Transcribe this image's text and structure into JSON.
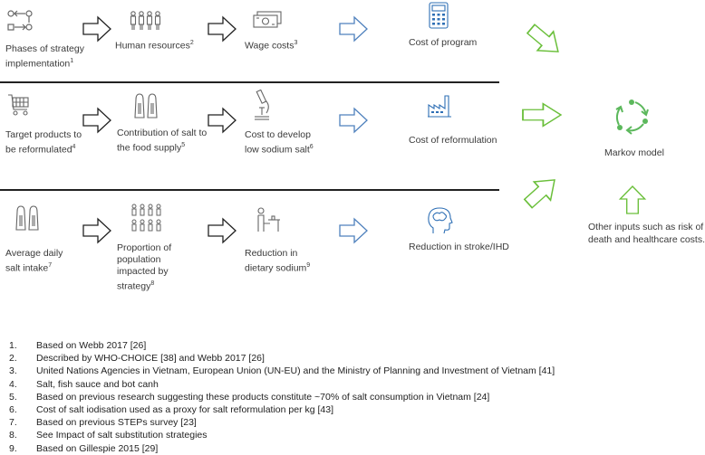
{
  "rows": [
    {
      "nodes": [
        {
          "label": "Phases of strategy implementation",
          "sup": "1",
          "icon": "flowchart-icon"
        },
        {
          "label": "Human resources",
          "sup": "2",
          "icon": "people-group-icon"
        },
        {
          "label": "Wage costs",
          "sup": "3",
          "icon": "money-icon"
        }
      ],
      "outcome": {
        "label": "Cost of program",
        "icon": "calculator-icon"
      }
    },
    {
      "nodes": [
        {
          "label": "Target products to be reformulated",
          "sup": "4",
          "icon": "shopping-cart-icon"
        },
        {
          "label": "Contribution of salt to the food supply",
          "sup": "5",
          "icon": "salt-shakers-icon"
        },
        {
          "label": "Cost to develop low sodium salt",
          "sup": "6",
          "icon": "microscope-icon"
        }
      ],
      "outcome": {
        "label": "Cost of reformulation",
        "icon": "factory-icon"
      }
    },
    {
      "nodes": [
        {
          "label": "Average daily salt intake",
          "sup": "7",
          "icon": "salt-shakers-icon"
        },
        {
          "label": "Proportion of population impacted by strategy",
          "sup": "8",
          "icon": "crowd-icon"
        },
        {
          "label": "Reduction in dietary sodium",
          "sup": "9",
          "icon": "person-at-table-icon"
        }
      ],
      "outcome": {
        "label": "Reduction in stroke/IHD",
        "icon": "brain-head-icon"
      }
    }
  ],
  "markov": {
    "label": "Markov model",
    "icon": "cycle-arrows-icon"
  },
  "other_inputs": {
    "label": "Other inputs such as risk of death and healthcare costs.",
    "icon": "up-arrow-icon"
  },
  "colors": {
    "arrow_black": "#222222",
    "arrow_blue": "#4f81bd",
    "arrow_green": "#6abf3a",
    "icon_gray": "#666666",
    "icon_blue": "#2e6fb5",
    "icon_green": "#5cb85c"
  },
  "notes": [
    {
      "num": "1.",
      "text": "Based on Webb 2017 [26]"
    },
    {
      "num": "2.",
      "text": "Described by WHO-CHOICE [38] and Webb 2017 [26]"
    },
    {
      "num": "3.",
      "text": "United Nations Agencies in Vietnam, European Union (UN-EU) and the Ministry of Planning and Investment of Vietnam [41]"
    },
    {
      "num": "4.",
      "text": "Salt, fish sauce and bot canh"
    },
    {
      "num": "5.",
      "text": "Based on previous research suggesting these products constitute ~70% of salt consumption in Vietnam [24]"
    },
    {
      "num": "6.",
      "text": "Cost of salt iodisation used as a proxy for salt reformulation per kg [43]"
    },
    {
      "num": "7.",
      "text": "Based on previous STEPs survey [23]"
    },
    {
      "num": "8.",
      "text": "See Impact of salt substitution strategies"
    },
    {
      "num": "9.",
      "text": "Based on Gillespie 2015 [29]"
    }
  ]
}
